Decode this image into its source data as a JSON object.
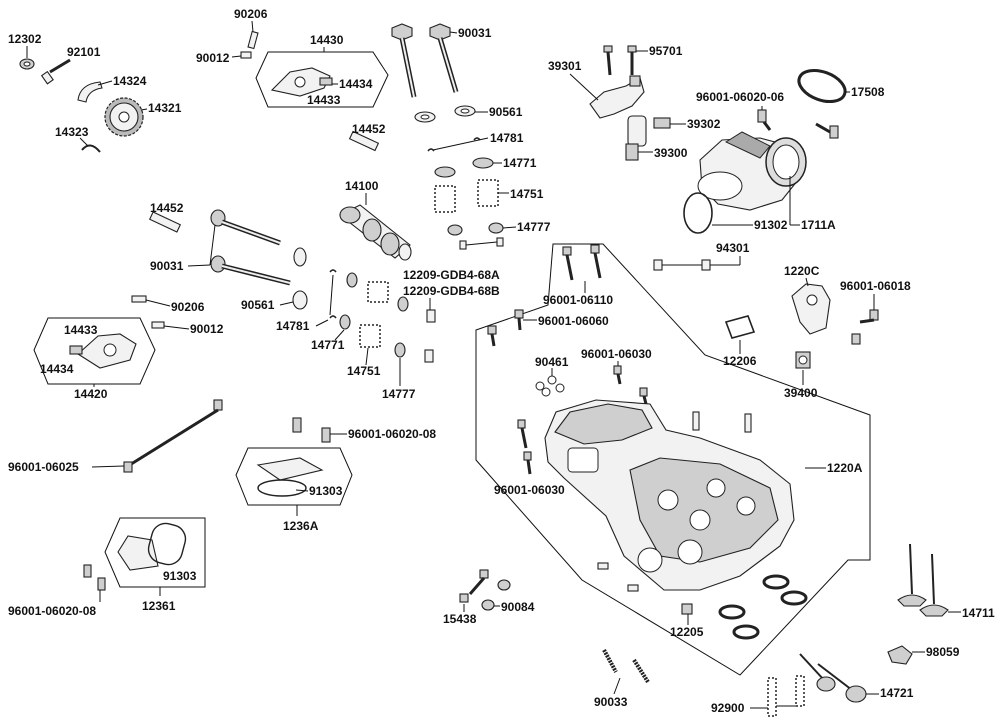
{
  "labels": {
    "p12302": "12302",
    "p92101": "92101",
    "p14324": "14324",
    "p14321": "14321",
    "p14323": "14323",
    "p90206a": "90206",
    "p90012a": "90012",
    "p14430": "14430",
    "p14434a": "14434",
    "p14433a": "14433",
    "p90031a": "90031",
    "p90561a": "90561",
    "p14452a": "14452",
    "p14781a": "14781",
    "p14771a": "14771",
    "p14751a": "14751",
    "p14777a": "14777",
    "p14100": "14100",
    "p39301": "39301",
    "p95701": "95701",
    "p39302": "39302",
    "p39300": "39300",
    "p96001_06020_06": "96001-06020-06",
    "p17508": "17508",
    "p91302": "91302",
    "p1711A": "1711A",
    "p94301": "94301",
    "p1220C": "1220C",
    "p96001_06018": "96001-06018",
    "p12206": "12206",
    "p39400": "39400",
    "p14452b": "14452",
    "p90031b": "90031",
    "p90561b": "90561",
    "p14781b": "14781",
    "p14771b": "14771",
    "p14751b": "14751",
    "p14777b": "14777",
    "p12209a": "12209-GDB4-68A",
    "p12209b": "12209-GDB4-68B",
    "p90206b": "90206",
    "p90012b": "90012",
    "p14433b": "14433",
    "p14434b": "14434",
    "p14420": "14420",
    "p96001_06110": "96001-06110",
    "p96001_06060": "96001-06060",
    "p90461": "90461",
    "p96001_06030a": "96001-06030",
    "p96001_06030b": "96001-06030",
    "p1220A": "1220A",
    "p96001_06025": "96001-06025",
    "p96001_06020_08a": "96001-06020-08",
    "p91303a": "91303",
    "p1236A": "1236A",
    "p91303b": "91303",
    "p12361": "12361",
    "p96001_06020_08b": "96001-06020-08",
    "p15438": "15438",
    "p90084": "90084",
    "p12205": "12205",
    "p14711": "14711",
    "p98059": "98059",
    "p90033": "90033",
    "p92900": "92900",
    "p14721": "14721"
  }
}
